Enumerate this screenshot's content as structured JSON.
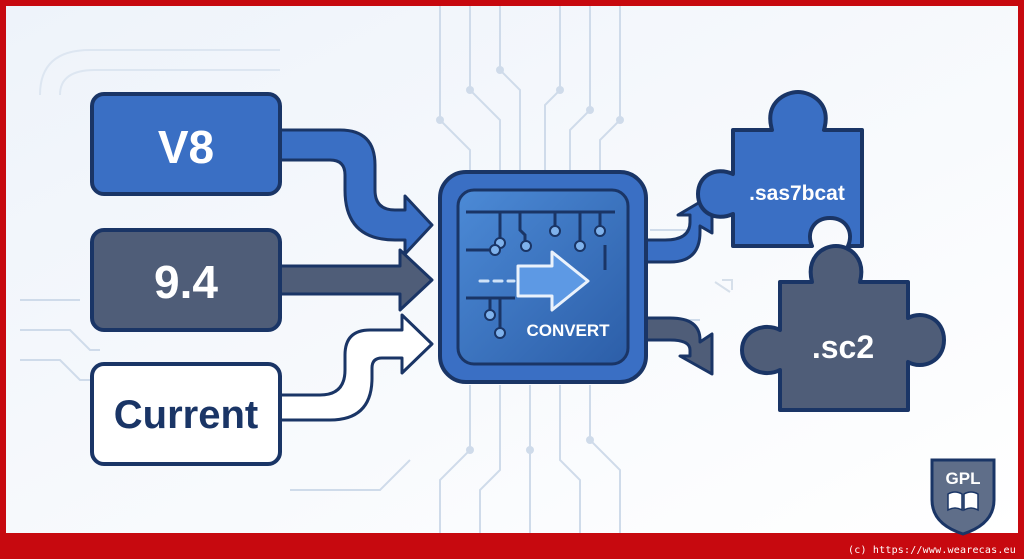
{
  "inputs": [
    {
      "label": "V8"
    },
    {
      "label": "9.4"
    },
    {
      "label": "Current"
    }
  ],
  "converter": {
    "label": "CONVERT"
  },
  "outputs": [
    {
      "label": ".sas7bcat"
    },
    {
      "label": ".sc2"
    }
  ],
  "badge": {
    "label": "GPL"
  },
  "footer": {
    "text": "(c) https://www.wearecas.eu"
  },
  "colors": {
    "frame": "#c7090f",
    "blue": "#3a6fc4",
    "blue_dark": "#1a3566",
    "slate": "#4f5d78",
    "white": "#ffffff"
  }
}
